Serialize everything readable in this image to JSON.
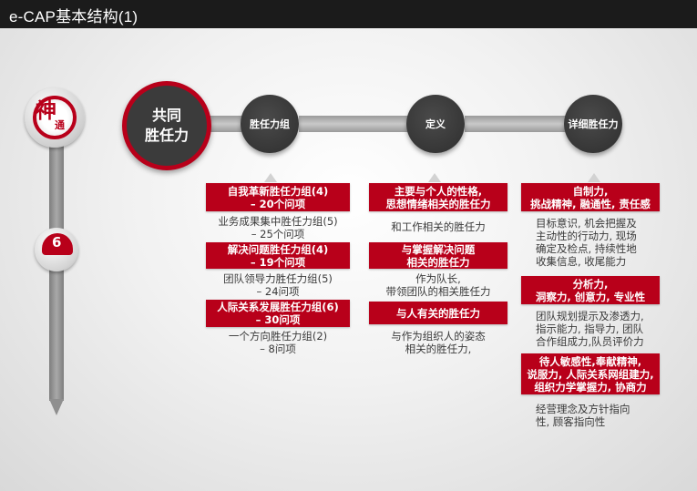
{
  "header": {
    "title": "e-CAP基本结构(1)"
  },
  "timeline": {
    "badge_main": "神",
    "badge_sub": "通",
    "step_number": "6"
  },
  "hub": {
    "label_line1": "共同",
    "label_line2": "胜任力"
  },
  "nodes": [
    {
      "label": "胜任力组"
    },
    {
      "label": "定义"
    },
    {
      "label": "详细胜任力"
    }
  ],
  "competency_groups": [
    {
      "style": "red",
      "line1": "自我革新胜任力组(4)",
      "line2": "– 20个问项"
    },
    {
      "style": "plain",
      "line1": "业务成果集中胜任力组(5)",
      "line2": "– 25个问项"
    },
    {
      "style": "red",
      "line1": "解决问题胜任力组(4)",
      "line2": "– 19个问项"
    },
    {
      "style": "plain",
      "line1": "团队领导力胜任力组(5)",
      "line2": "– 24问项"
    },
    {
      "style": "red",
      "line1": "人际关系发展胜任力组(6)",
      "line2": "– 30问项"
    },
    {
      "style": "plain",
      "line1": "一个方向胜任力组(2)",
      "line2": "– 8问项"
    }
  ],
  "definitions": [
    {
      "style": "red",
      "line1": "主要与个人的性格,",
      "line2": "思想情绪相关的胜任力"
    },
    {
      "style": "plain",
      "line1": "和工作相关的胜任力",
      "line2": ""
    },
    {
      "style": "red",
      "line1": "与掌握解决问题",
      "line2": "相关的胜任力"
    },
    {
      "style": "plain",
      "line1": "作为队长,",
      "line2": "带领团队的相关胜任力"
    },
    {
      "style": "red",
      "line1": "与人有关的胜任力",
      "line2": ""
    },
    {
      "style": "plain",
      "line1": "与作为组织人的姿态",
      "line2": "相关的胜任力,"
    }
  ],
  "details": [
    {
      "style": "red",
      "lines": [
        "自制力,",
        "挑战精神, 融通性, 责任感"
      ]
    },
    {
      "style": "plain",
      "lines": [
        "目标意识, 机会把握及",
        "主动性的行动力, 现场",
        "确定及检点, 持续性地",
        "收集信息, 收尾能力"
      ]
    },
    {
      "style": "red",
      "lines": [
        "分析力,",
        "洞察力, 创意力, 专业性"
      ]
    },
    {
      "style": "plain",
      "lines": [
        "团队规划提示及渗透力,",
        "指示能力, 指导力, 团队",
        "合作组成力,队员评价力"
      ]
    },
    {
      "style": "red",
      "lines": [
        "待人敏感性,奉献精神,",
        "说服力, 人际关系网组建力,",
        "组织力学掌握力, 协商力"
      ]
    },
    {
      "style": "plain",
      "lines": [
        "经营理念及方针指向",
        "性, 顾客指向性"
      ]
    }
  ],
  "colors": {
    "accent": "#b8001a",
    "dark": "#3b3b3b",
    "topbar": "#1b1b1b"
  }
}
